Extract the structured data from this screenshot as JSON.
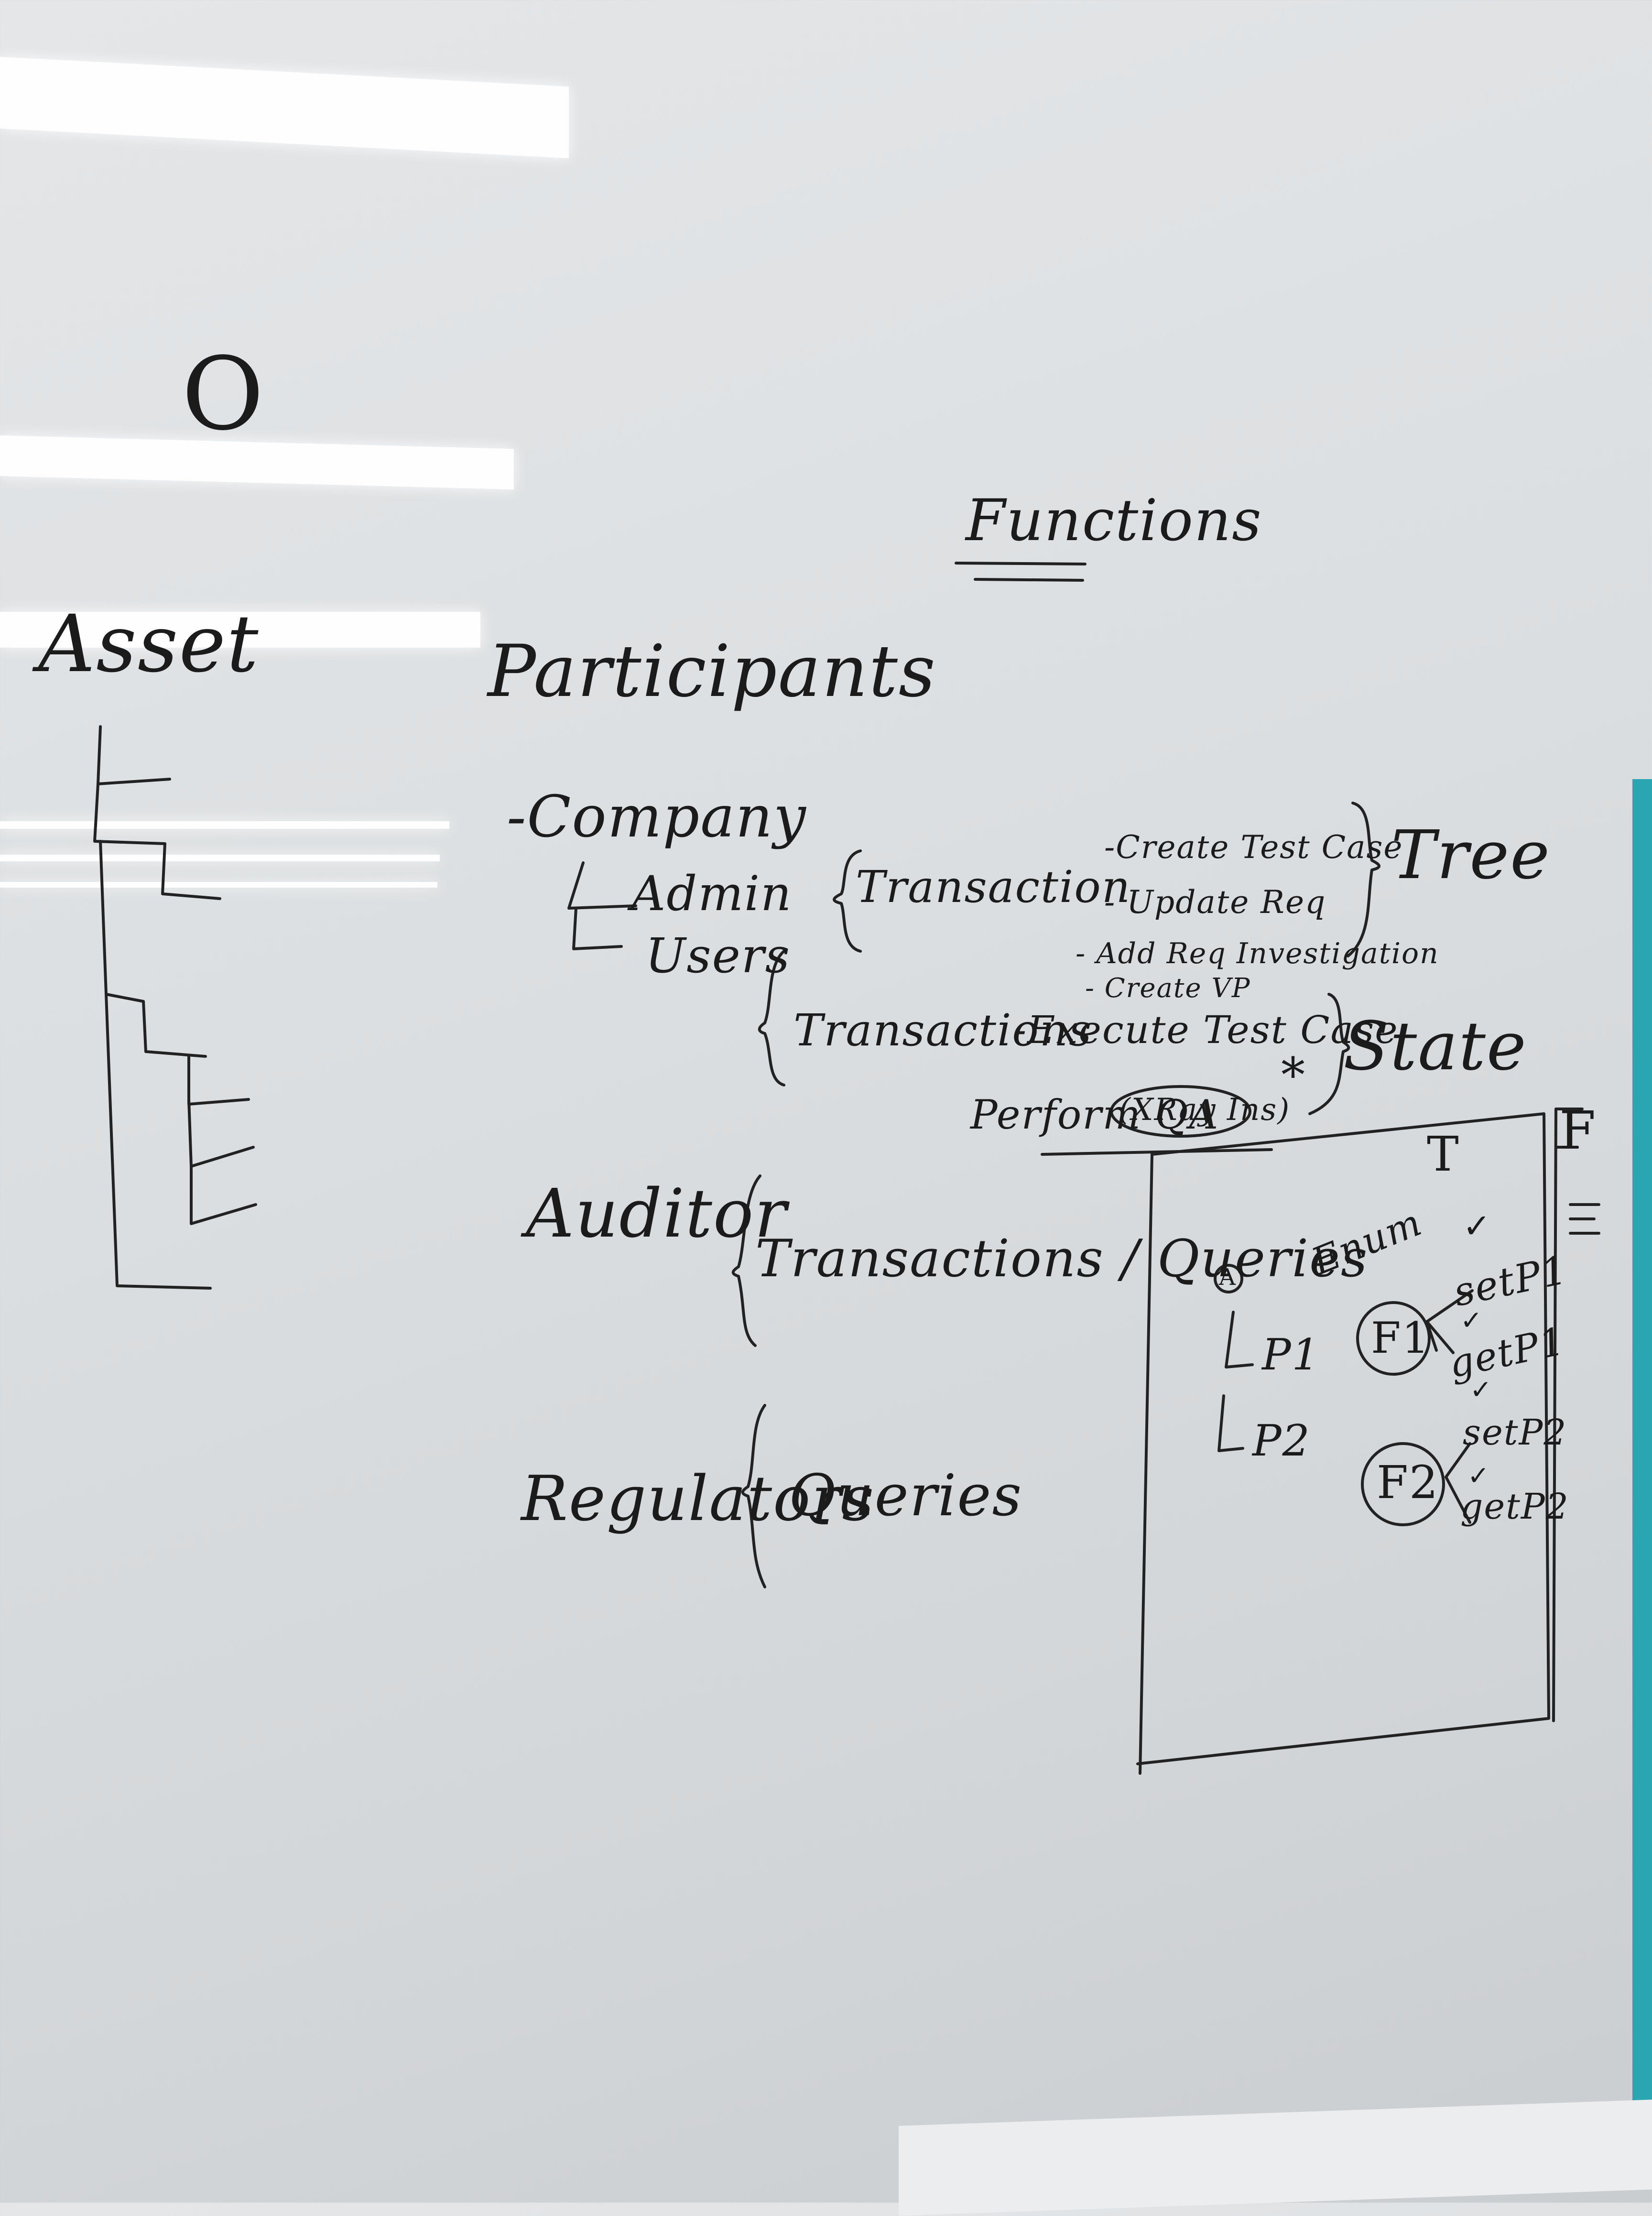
{
  "whiteboard": {
    "heading": "Functions",
    "asset": {
      "label": "Asset"
    },
    "top_mark": "O",
    "participants": {
      "title": "Participants",
      "company": "-Company",
      "admin": "Admin",
      "users": "Users",
      "admin_transaction": "Transaction",
      "admin_actions": [
        "-Create Test Case",
        "- Update Req",
        "- Add Req Investigation",
        "- Create VP"
      ],
      "tree_label": "Tree",
      "users_transactions": "Transactions",
      "users_action": "-Execute Test Case",
      "state_label": "State",
      "perform_qa": "Perform QA",
      "xray_ins": "(XRay Ins)",
      "star": "*"
    },
    "auditor": {
      "title": "Auditor",
      "items": "Transactions / Queries"
    },
    "regulator": {
      "title": "Regulators",
      "items": "Queries"
    },
    "diagram": {
      "top_label": "T",
      "side_label_f": "F",
      "side_label_e": "E",
      "a_node": "A",
      "enum_label": "Enum",
      "p1": "P1",
      "p2": "P2",
      "f1": "F1",
      "f2": "F2",
      "f1_methods": [
        "setP1",
        "getP1"
      ],
      "f2_methods": [
        "setP2",
        "getP2"
      ],
      "check": "✓"
    }
  }
}
